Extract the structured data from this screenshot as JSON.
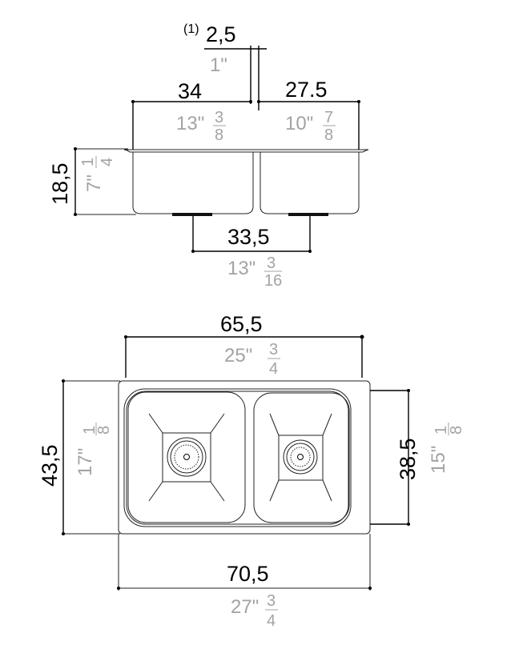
{
  "colors": {
    "metric": "#000000",
    "imperial": "#a3a3a3"
  },
  "section_view": {
    "note_marker": "(1)",
    "divider": {
      "metric": "2,5",
      "imperial": "1\""
    },
    "left_bowl_width": {
      "metric": "34",
      "imperial_whole": "13\"",
      "num": "3",
      "den": "8"
    },
    "right_bowl_width": {
      "metric": "27.5",
      "imperial_whole": "10\"",
      "num": "7",
      "den": "8"
    },
    "depth": {
      "metric": "18,5",
      "imperial_whole": "7\"",
      "num": "1",
      "den": "4"
    },
    "drain_spacing": {
      "metric": "33,5",
      "imperial_whole": "13\"",
      "num": "3",
      "den": "16"
    }
  },
  "plan_view": {
    "inner_width": {
      "metric": "65,5",
      "imperial_whole": "25\"",
      "num": "3",
      "den": "4"
    },
    "overall_depth": {
      "metric": "43,5",
      "imperial_whole": "17\"",
      "num": "1",
      "den": "8"
    },
    "bowl_depth": {
      "metric": "38,5",
      "imperial_whole": "15\"",
      "num": "1",
      "den": "8"
    },
    "overall_width": {
      "metric": "70,5",
      "imperial_whole": "27\"",
      "num": "3",
      "den": "4"
    }
  }
}
